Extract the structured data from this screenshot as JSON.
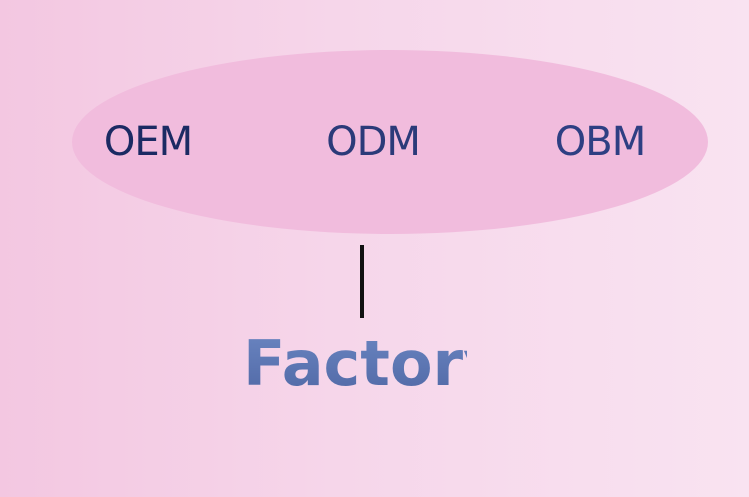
{
  "diagram": {
    "terms": [
      {
        "label": "OEM"
      },
      {
        "label": "ODM"
      },
      {
        "label": "OBM"
      }
    ],
    "factory_label": "Factory",
    "colors": {
      "background_start": "#f3c7e1",
      "background_end": "#f9e3f1",
      "ellipse": "#f1bcdd",
      "term_text": "#2b3a79",
      "connector": "#111111",
      "factory_text": "#5c78b3"
    }
  }
}
